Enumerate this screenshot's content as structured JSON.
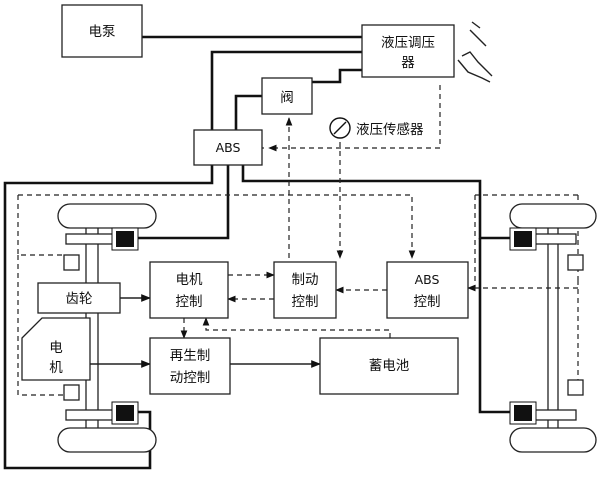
{
  "blocks": {
    "pump": "电泵",
    "regulator": [
      "液压调压",
      "器"
    ],
    "valve": "阀",
    "pressure_sensor": "液压传感器",
    "abs": "ABS",
    "gear": "齿轮",
    "motor": [
      "电",
      "机"
    ],
    "motor_control": [
      "电机",
      "控制"
    ],
    "brake_control": [
      "制动",
      "控制"
    ],
    "abs_control": [
      "ABS",
      "控制"
    ],
    "regen_control": [
      "再生制",
      "动控制"
    ],
    "battery": "蓄电池"
  }
}
